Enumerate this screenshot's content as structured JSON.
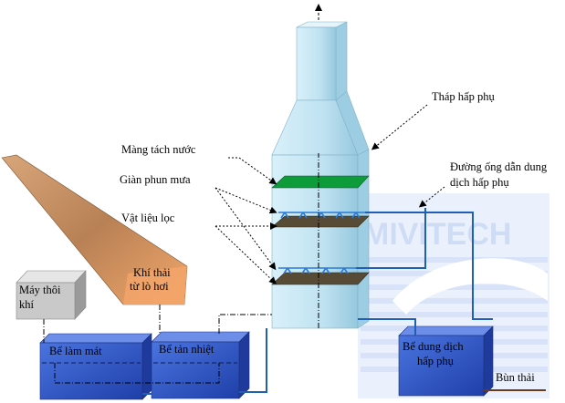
{
  "labels": {
    "tower": "Tháp hấp phụ",
    "separator": "Màng tách nước",
    "sprayer": "Giàn phun mưa",
    "filter": "Vật liệu lọc",
    "pipe_line1": "Đường ống dẫn dung",
    "pipe_line2": "dịch hấp phụ",
    "blower_line1": "Máy thôi",
    "blower_line2": "khí",
    "exhaust_line1": "Khí thải",
    "exhaust_line2": "từ lò hơi",
    "cooling_tank": "Bể làm mát",
    "heat_tank": "Bể tản nhiệt",
    "solution_tank_line1": "Bể dung dịch",
    "solution_tank_line2": "hấp phụ",
    "sludge": "Bùn thải",
    "watermark": "MIVITECH"
  },
  "colors": {
    "tower_light": "#cde9f5",
    "tower_dark": "#8fc4dc",
    "membrane": "#0e9b3a",
    "filter_layer": "#574b36",
    "sprinkler": "#2a7bd8",
    "tank_blue": "#2f57c8",
    "duct_brown": "#b57a4b",
    "pipe": "#1f5fb5"
  }
}
